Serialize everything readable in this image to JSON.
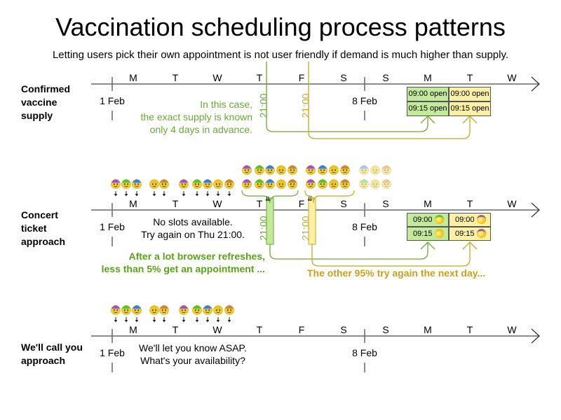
{
  "title": "Vaccination scheduling process patterns",
  "subtitle": "Letting users pick their own appointment is not user friendly if demand is much higher than supply.",
  "days": [
    "M",
    "T",
    "W",
    "T",
    "F",
    "S",
    "S",
    "M",
    "T",
    "W"
  ],
  "dates": {
    "start": "1 Feb",
    "mid": "8 Feb"
  },
  "colors": {
    "green": "#6aa932",
    "green_fill": "#c3e99b",
    "yellow": "#c8a820",
    "yellow_fill": "#fbf0a5",
    "axis": "#666666"
  },
  "rows": [
    {
      "label_lines": [
        "Confirmed",
        "vaccine",
        "supply"
      ],
      "release_time": "21:00",
      "note_lines": [
        "In this case,",
        "the exact supply is known",
        "only 4 days in advance."
      ],
      "slots": [
        {
          "day": "M",
          "time": "09:00",
          "status": "open"
        },
        {
          "day": "T",
          "time": "09:00",
          "status": "open"
        },
        {
          "day": "M",
          "time": "09:15",
          "status": "open"
        },
        {
          "day": "T",
          "time": "09:15",
          "status": "open"
        }
      ]
    },
    {
      "label_lines": [
        "Concert",
        "ticket",
        "approach"
      ],
      "release_time": "21:00",
      "note_lines": [
        "No slots available.",
        "Try again on Thu 21:00."
      ],
      "green_note_lines": [
        "After a lot browser refreshes,",
        "less than 5% get an appointment ..."
      ],
      "yellow_note": "The other 95% try again the next day...",
      "slots": [
        {
          "day": "M",
          "time": "09:00",
          "occupant": "green-cap-user"
        },
        {
          "day": "T",
          "time": "09:00",
          "occupant": "purple-cap-user"
        },
        {
          "day": "M",
          "time": "09:15",
          "occupant": "yellow-cap-user"
        },
        {
          "day": "T",
          "time": "09:15",
          "occupant": "purple-cap-user"
        }
      ]
    },
    {
      "label_lines": [
        "We'll call you",
        "approach"
      ],
      "note_lines": [
        "We'll let you know ASAP.",
        "What's your availability?"
      ]
    }
  ],
  "users": {
    "arrivals": [
      "purple",
      "green",
      "blue",
      "yellow",
      "brown",
      "purple",
      "green",
      "blue",
      "yellow",
      "brown"
    ],
    "thursday_crowd_top": [
      "purple",
      "green",
      "blue",
      "yellow",
      "brown"
    ],
    "thursday_crowd_bottom": [
      "purple",
      "green",
      "blue",
      "yellow",
      "brown"
    ],
    "friday_crowd_top": [
      "purple",
      "blue",
      "yellow",
      "brown"
    ],
    "friday_crowd_bottom": [
      "purple",
      "green",
      "yellow",
      "brown"
    ],
    "saturday_faded_top": [
      "blue",
      "yellow",
      "brown"
    ],
    "saturday_faded_bottom": [
      "green",
      "yellow",
      "brown"
    ]
  }
}
